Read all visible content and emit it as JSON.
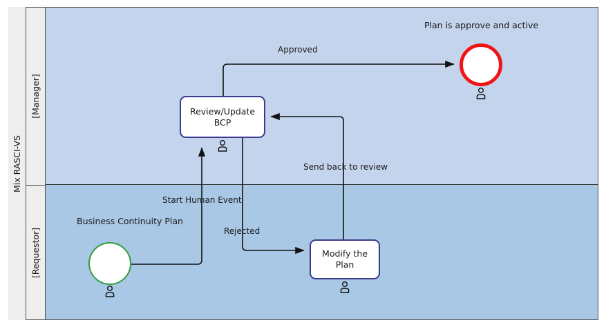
{
  "diagram": {
    "type": "bpmn-swimlane",
    "pool": {
      "title": "Mix RASCI-VS"
    },
    "lanes": [
      {
        "id": "manager",
        "label": "[Manager]",
        "fill": "#c3d4ec"
      },
      {
        "id": "requestor",
        "label": "[Requestor]",
        "fill": "#a8c8e5"
      }
    ],
    "nodes": [
      {
        "id": "event-start",
        "kind": "start-event",
        "lane": "requestor",
        "label": "Business Continuity Plan",
        "stroke": "#2f9e3f",
        "fill": "#ffffff",
        "marker": "user"
      },
      {
        "id": "task-review",
        "kind": "user-task",
        "lane": "manager",
        "label": "Review/Update BCP",
        "line1": "Review/Update",
        "line2": "BCP",
        "stroke": "#3b3b8f",
        "fill": "#ffffff",
        "marker": "user"
      },
      {
        "id": "task-modify",
        "kind": "user-task",
        "lane": "requestor",
        "label": "Modify the Plan",
        "line1": "Modify the",
        "line2": "Plan",
        "stroke": "#3b3b8f",
        "fill": "#ffffff",
        "marker": "user"
      },
      {
        "id": "event-end",
        "kind": "end-event",
        "lane": "manager",
        "label": "Plan is approve and active",
        "stroke": "#f01414",
        "fill": "#ffffff",
        "marker": "user"
      }
    ],
    "edges": [
      {
        "id": "edge-start-human",
        "label": "Start Human Event",
        "from": "event-start",
        "to": "task-review"
      },
      {
        "id": "edge-approved",
        "label": "Approved",
        "from": "task-review",
        "to": "event-end"
      },
      {
        "id": "edge-rejected",
        "label": "Rejected",
        "from": "task-review",
        "to": "task-modify"
      },
      {
        "id": "edge-send-back",
        "label": "Send back to review",
        "from": "task-modify",
        "to": "task-review"
      }
    ],
    "icons": {
      "user_marker": "person-icon"
    }
  }
}
